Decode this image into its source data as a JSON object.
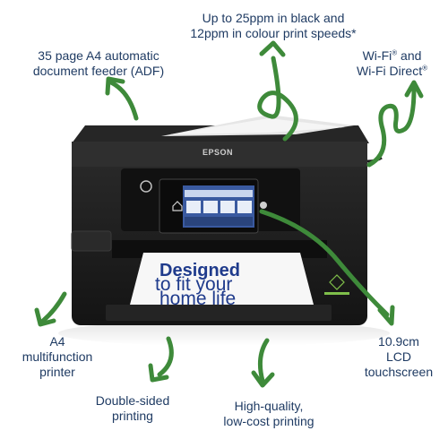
{
  "captions": {
    "speed": [
      "Up to 25ppm in black and",
      "12ppm in colour print speeds*"
    ],
    "adf": [
      "35 page A4 automatic",
      "document feeder (ADF)"
    ],
    "wifi": {
      "line1_a": "Wi-Fi",
      "line1_sup": "®",
      "line1_b": " and",
      "line2_a": "Wi-Fi Direct",
      "line2_sup": "®"
    },
    "a4": [
      "A4",
      "multifunction",
      "printer"
    ],
    "duplex": [
      "Double-sided",
      "printing"
    ],
    "quality": [
      "High-quality,",
      "low-cost printing"
    ],
    "lcd": [
      "10.9cm",
      "LCD",
      "touchscreen"
    ]
  },
  "printer": {
    "brand": "EPSON",
    "paper_lines": [
      "Designed",
      "to fit your",
      "home life"
    ]
  },
  "colors": {
    "caption_text": "#1f3b63",
    "arrow_green": "#3e8a3a",
    "printer_body": "#1e1e1e",
    "paper_text": "#1f3b8c"
  },
  "icons": [
    "curved-arrow-icon",
    "power-icon",
    "home-icon",
    "help-icon",
    "eco-label-icon"
  ]
}
